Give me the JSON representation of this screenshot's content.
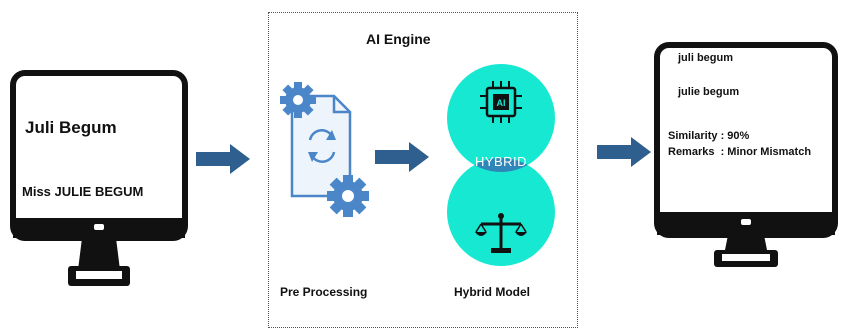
{
  "left_monitor": {
    "line1": "Juli Begum",
    "line2": "Miss JULIE BEGUM"
  },
  "engine": {
    "title": "AI Engine",
    "preprocessing_label": "Pre Processing",
    "hybrid_text": "HYBRID",
    "hybrid_model_label": "Hybrid Model"
  },
  "right_monitor": {
    "line1": "juli begum",
    "line2": "julie begum",
    "similarity": "Similarity : 90%",
    "remarks": "Remarks  : Minor Mismatch"
  },
  "colors": {
    "arrow": "#2e5f8e",
    "circle": "#17e8d2",
    "overlap": "#2f86b8",
    "gear": "#4a86c8"
  },
  "icons": [
    "monitor-icon",
    "arrow-right-icon",
    "gears-document-icon",
    "ai-chip-icon",
    "balance-scale-icon"
  ]
}
